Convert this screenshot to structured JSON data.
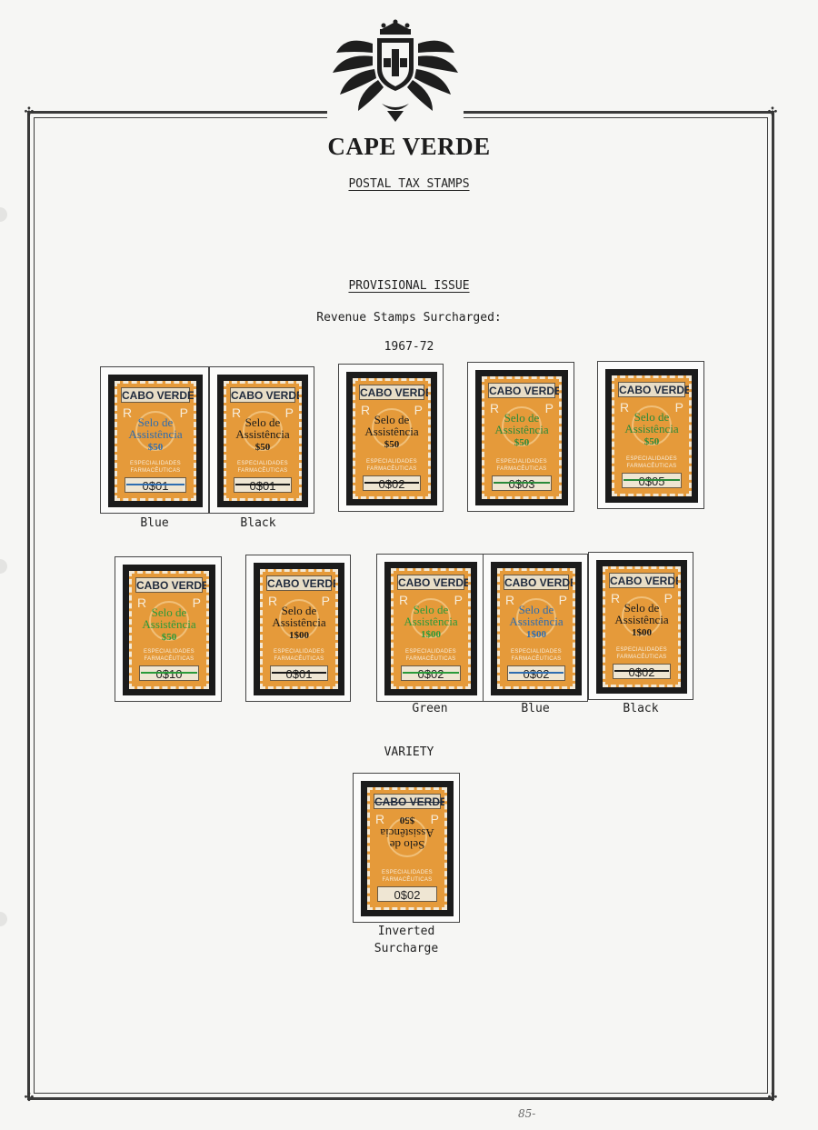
{
  "header": {
    "title": "CAPE VERDE",
    "subtitle": "POSTAL TAX STAMPS"
  },
  "section": {
    "heading": "PROVISIONAL ISSUE",
    "subheading": "Revenue Stamps Surcharged:",
    "years": "1967-72"
  },
  "stamp_text": {
    "country": "CABO VERDE",
    "r": "R",
    "p": "P",
    "surcharge_line1": "Selo de",
    "surcharge_line2": "Assistência",
    "spec_line1": "ESPECIALIDADES",
    "spec_line2": "FARMACÊUTICAS"
  },
  "row1": [
    {
      "surcharge": "$50",
      "value": "0$01",
      "color": "#2e6db0",
      "caption": "Blue"
    },
    {
      "surcharge": "$50",
      "value": "0$01",
      "color": "#1a1a1a",
      "caption": "Black"
    },
    {
      "surcharge": "$50",
      "value": "0$02",
      "color": "#1a1a1a",
      "caption": ""
    },
    {
      "surcharge": "$50",
      "value": "0$03",
      "color": "#2a8a3a",
      "caption": ""
    },
    {
      "surcharge": "$50",
      "value": "0$05",
      "color": "#2a8a3a",
      "caption": ""
    }
  ],
  "row2": [
    {
      "surcharge": "$50",
      "value": "0$10",
      "color": "#2a9a3a",
      "caption": ""
    },
    {
      "surcharge": "1$00",
      "value": "0$01",
      "color": "#1a1a1a",
      "caption": ""
    },
    {
      "surcharge": "1$00",
      "value": "0$02",
      "color": "#2a9a3a",
      "caption": "Green"
    },
    {
      "surcharge": "1$00",
      "value": "0$02",
      "color": "#2e6db0",
      "caption": "Blue"
    },
    {
      "surcharge": "1$00",
      "value": "0$02",
      "color": "#1a1a1a",
      "caption": "Black"
    }
  ],
  "variety": {
    "heading": "VARIETY",
    "stamp": {
      "surcharge": "$50",
      "value": "0$02",
      "color": "#1a1a1a"
    },
    "caption_line1": "Inverted",
    "caption_line2": "Surcharge"
  },
  "pencil_note": "85-"
}
